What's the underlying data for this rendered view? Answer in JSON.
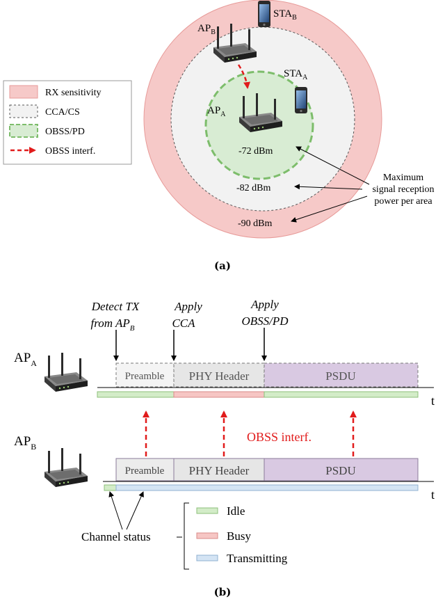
{
  "colors": {
    "rx_fill": "#f6c9c8",
    "rx_stroke": "#e79a98",
    "cca_fill": "#f2f2f2",
    "obss_fill": "#d8ecd3",
    "obss_stroke": "#7dbd6b",
    "interf": "#e11b1b",
    "idle": "#d3ecc8",
    "busy": "#f6c6c4",
    "transmitting": "#d4e4f4",
    "preamble": "#ececec",
    "psdu": "#d9c9e2"
  },
  "legend_a": {
    "rx": "RX sensitivity",
    "cca": "CCA/CS",
    "obss": "OBSS/PD",
    "interf": "OBSS interf."
  },
  "diagram_a": {
    "ap_b": {
      "base": "AP",
      "sub": "B"
    },
    "sta_b": {
      "base": "STA",
      "sub": "B"
    },
    "ap_a": {
      "base": "AP",
      "sub": "A"
    },
    "sta_a": {
      "base": "STA",
      "sub": "A"
    },
    "level_72": "-72 dBm",
    "level_82": "-82 dBm",
    "level_90": "-90 dBm",
    "note_line1": "Maximum",
    "note_line2": "signal reception",
    "note_line3": "power per area",
    "caption": "(a)"
  },
  "diagram_b": {
    "detect_line1": "Detect TX",
    "detect_line2_prefix": "from AP",
    "detect_line2_sub": "B",
    "apply_cca_line1": "Apply",
    "apply_cca_line2": "CCA",
    "apply_obss_line1": "Apply",
    "apply_obss_line2": "OBSS/PD",
    "ap_a": {
      "base": "AP",
      "sub": "A"
    },
    "ap_b": {
      "base": "AP",
      "sub": "B"
    },
    "preamble": "Preamble",
    "phy_header": "PHY Header",
    "psdu": "PSDU",
    "time_axis": "t",
    "obss_interf": "OBSS interf.",
    "channel_status": "Channel status",
    "legend_idle": "Idle",
    "legend_busy": "Busy",
    "legend_transmitting": "Transmitting",
    "caption": "(b)"
  },
  "icons": [
    "router-icon",
    "smartphone-icon"
  ]
}
